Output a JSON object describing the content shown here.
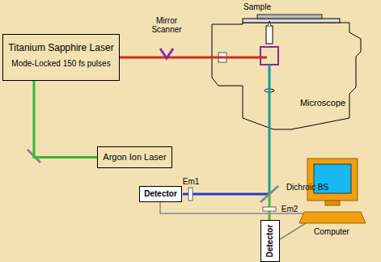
{
  "diagram": {
    "nodes": [
      {
        "text": [
          "Titanium Sapphire Laser",
          "Mode-Locked 150 fs pulses"
        ]
      },
      {
        "text": [
          "Argon Ion Laser"
        ]
      },
      {
        "text": [
          "Detector"
        ]
      },
      {
        "text": [
          "Detector"
        ]
      }
    ],
    "edges": [
      {
        "from": 1,
        "to": 0,
        "arrow": "none"
      }
    ],
    "labels": [
      "Mirror Scanner",
      "Sample",
      "Microscope",
      "Em1",
      "Dichroic BS",
      "Em2",
      "Computer"
    ]
  }
}
